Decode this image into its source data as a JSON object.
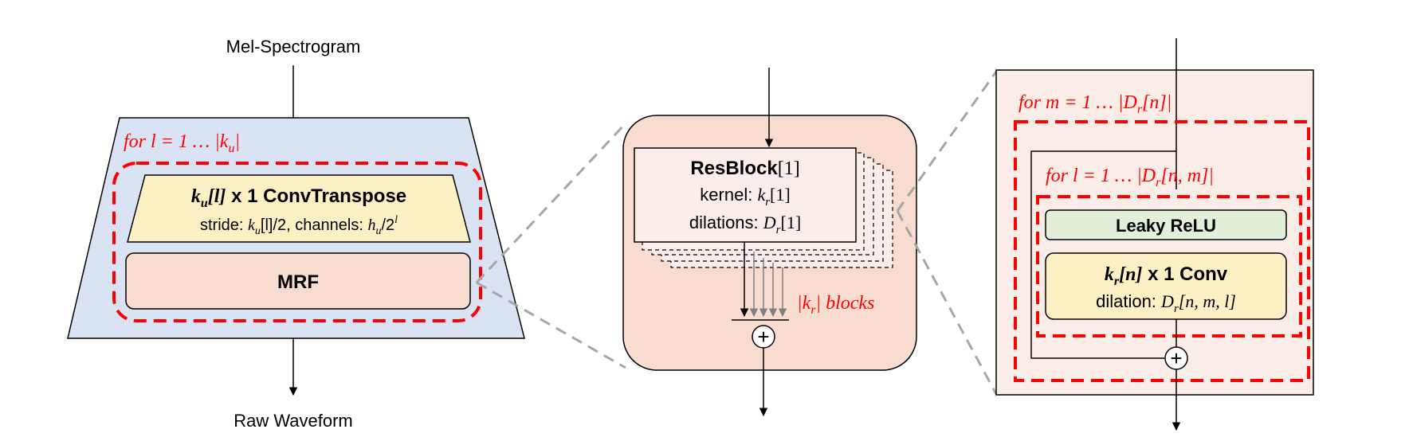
{
  "left": {
    "input_label": "Mel-Spectrogram",
    "output_label": "Raw Waveform",
    "loop_label": "for  l = 1  … |k",
    "loop_sub": "u",
    "convt": {
      "title_k": "k",
      "title_k_sub": "u",
      "title_idx": "[l]",
      "title_rest": " x 1  ConvTranspose",
      "stride_prefix": "stride: ",
      "stride_k": "k",
      "stride_k_sub": "u",
      "stride_rest": "[l]/2, channels: ",
      "channels_h": "h",
      "channels_h_sub": "u",
      "channels_rest": "/2",
      "channels_sup": "l"
    },
    "mrf_label": "MRF"
  },
  "middle": {
    "resblock_title": "ResBlock",
    "resblock_index": "[1]",
    "kernel_prefix": "kernel: ",
    "kernel_k": "k",
    "kernel_sub": "r",
    "kernel_idx": "[1]",
    "dil_prefix": "dilations: ",
    "dil_D": "D",
    "dil_sub": "r",
    "dil_idx": "[1]",
    "blocks_k": "|k",
    "blocks_sub": "r",
    "blocks_rest": "| blocks",
    "sum_symbol": "+"
  },
  "right": {
    "outer_loop": "for  m = 1  … |D",
    "outer_sub": "r",
    "outer_idx": "[n]|",
    "inner_loop": "for  l = 1  … |D",
    "inner_sub": "r",
    "inner_idx": "[n, m]|",
    "leaky_label": "Leaky ReLU",
    "conv_k": "k",
    "conv_sub": "r",
    "conv_idx": "[n]",
    "conv_rest": " x 1  Conv",
    "dil_prefix": "dilation: ",
    "dil_D": "D",
    "dil_sub": "r",
    "dil_idx": "[n, m, l]",
    "sum_symbol": "+"
  },
  "colors": {
    "red_dash": "#ff0000",
    "blue_fill": "#dae3f3",
    "peach_fill": "#f8dccf",
    "yellow_fill": "#fdf0c4",
    "green_fill": "#e2f0d9",
    "light_block": "#fbeeea",
    "right_bg": "#faece6",
    "zoom_dash": "#a6a6a6"
  }
}
